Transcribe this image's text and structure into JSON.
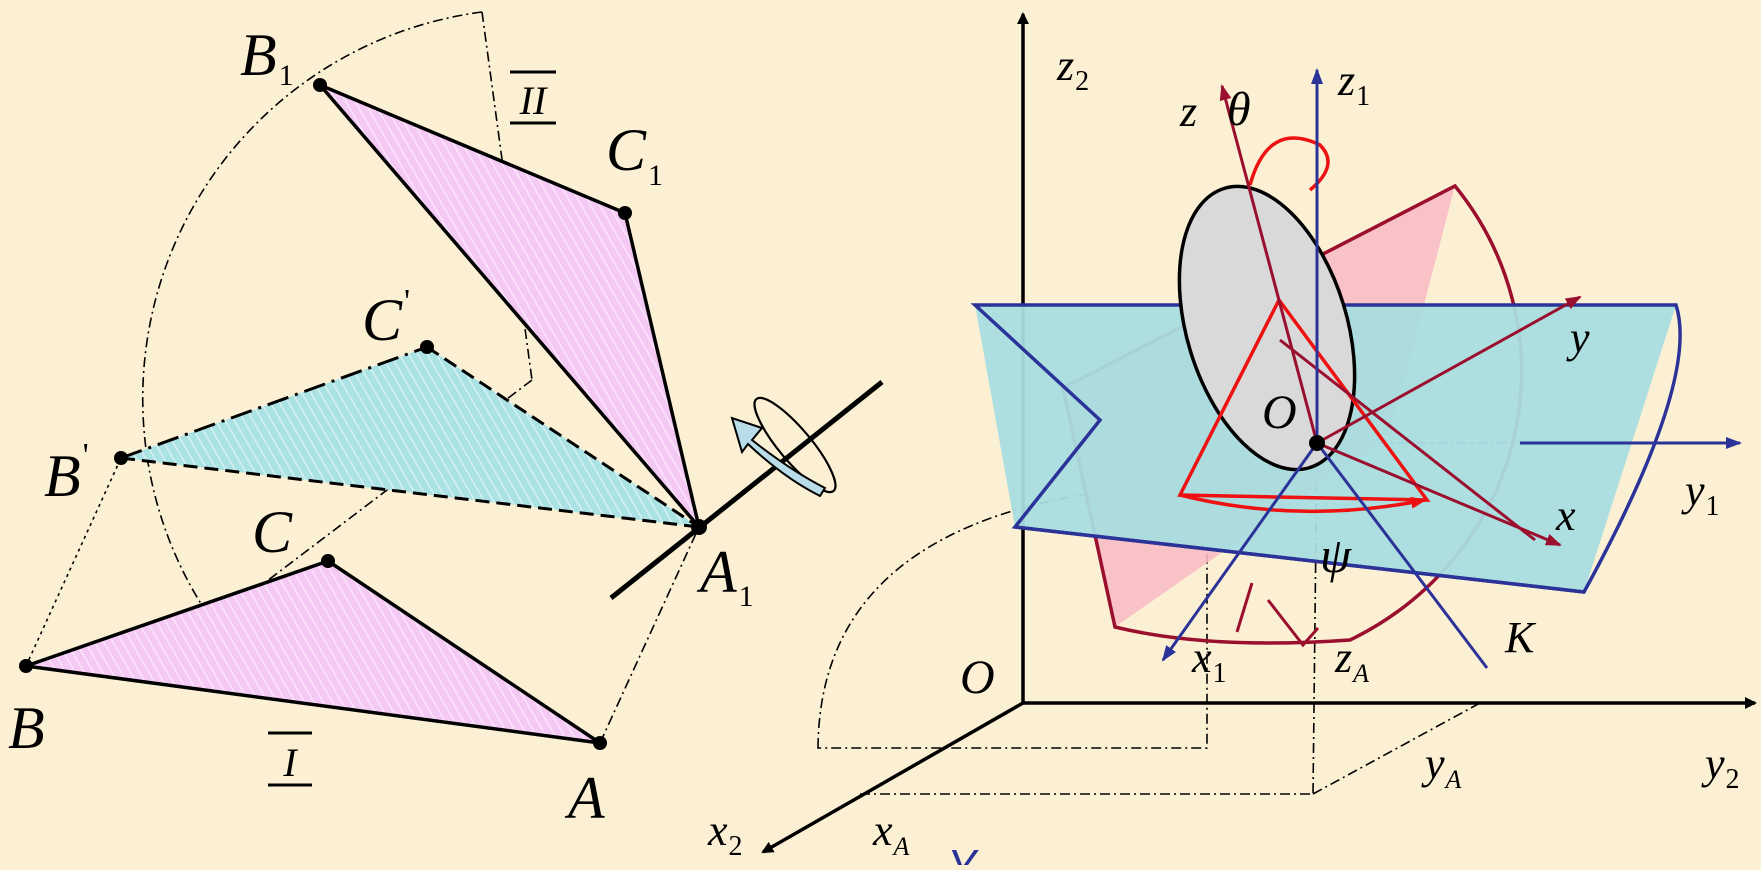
{
  "left_figure": {
    "points": {
      "B1": {
        "main": "B",
        "sub": "1"
      },
      "C1": {
        "main": "C",
        "sub": "1"
      },
      "Cp": {
        "main": "C",
        "sup": "'"
      },
      "Bp": {
        "main": "B",
        "sup": "'"
      },
      "C": {
        "main": "C"
      },
      "B": {
        "main": "B"
      },
      "A": {
        "main": "A"
      },
      "A1": {
        "main": "A",
        "sub": "1"
      }
    },
    "plane_I": "I",
    "plane_II": "II",
    "colors": {
      "triangle": "#f3c6f3",
      "intermediate": "#a9e3e4",
      "arrow": "#b8dde8"
    }
  },
  "right_figure": {
    "axes": {
      "z2": {
        "main": "z",
        "sub": "2"
      },
      "z1": {
        "main": "z",
        "sub": "1"
      },
      "z": {
        "main": "z"
      },
      "y": {
        "main": "y"
      },
      "y1": {
        "main": "y",
        "sub": "1"
      },
      "x": {
        "main": "x"
      },
      "x1": {
        "main": "x",
        "sub": "1"
      },
      "x2": {
        "main": "x",
        "sub": "2"
      },
      "y2": {
        "main": "y",
        "sub": "2"
      }
    },
    "angles": {
      "theta": "θ",
      "psi": "ψ"
    },
    "origin_body": "O",
    "origin_fixed": "O",
    "node_line": "K",
    "coords": {
      "zA": {
        "main": "z",
        "sub": "A"
      },
      "yA": {
        "main": "y",
        "sub": "A"
      },
      "xA": {
        "main": "x",
        "sub": "A"
      }
    },
    "colors": {
      "blue": "#2b3399",
      "red": "#9b0f2e",
      "bright_red": "#ee1111",
      "cyan": "#a9dde0",
      "pink": "#f8bcc4",
      "disk": "#d9d9d9"
    }
  },
  "caption_partial": "У"
}
